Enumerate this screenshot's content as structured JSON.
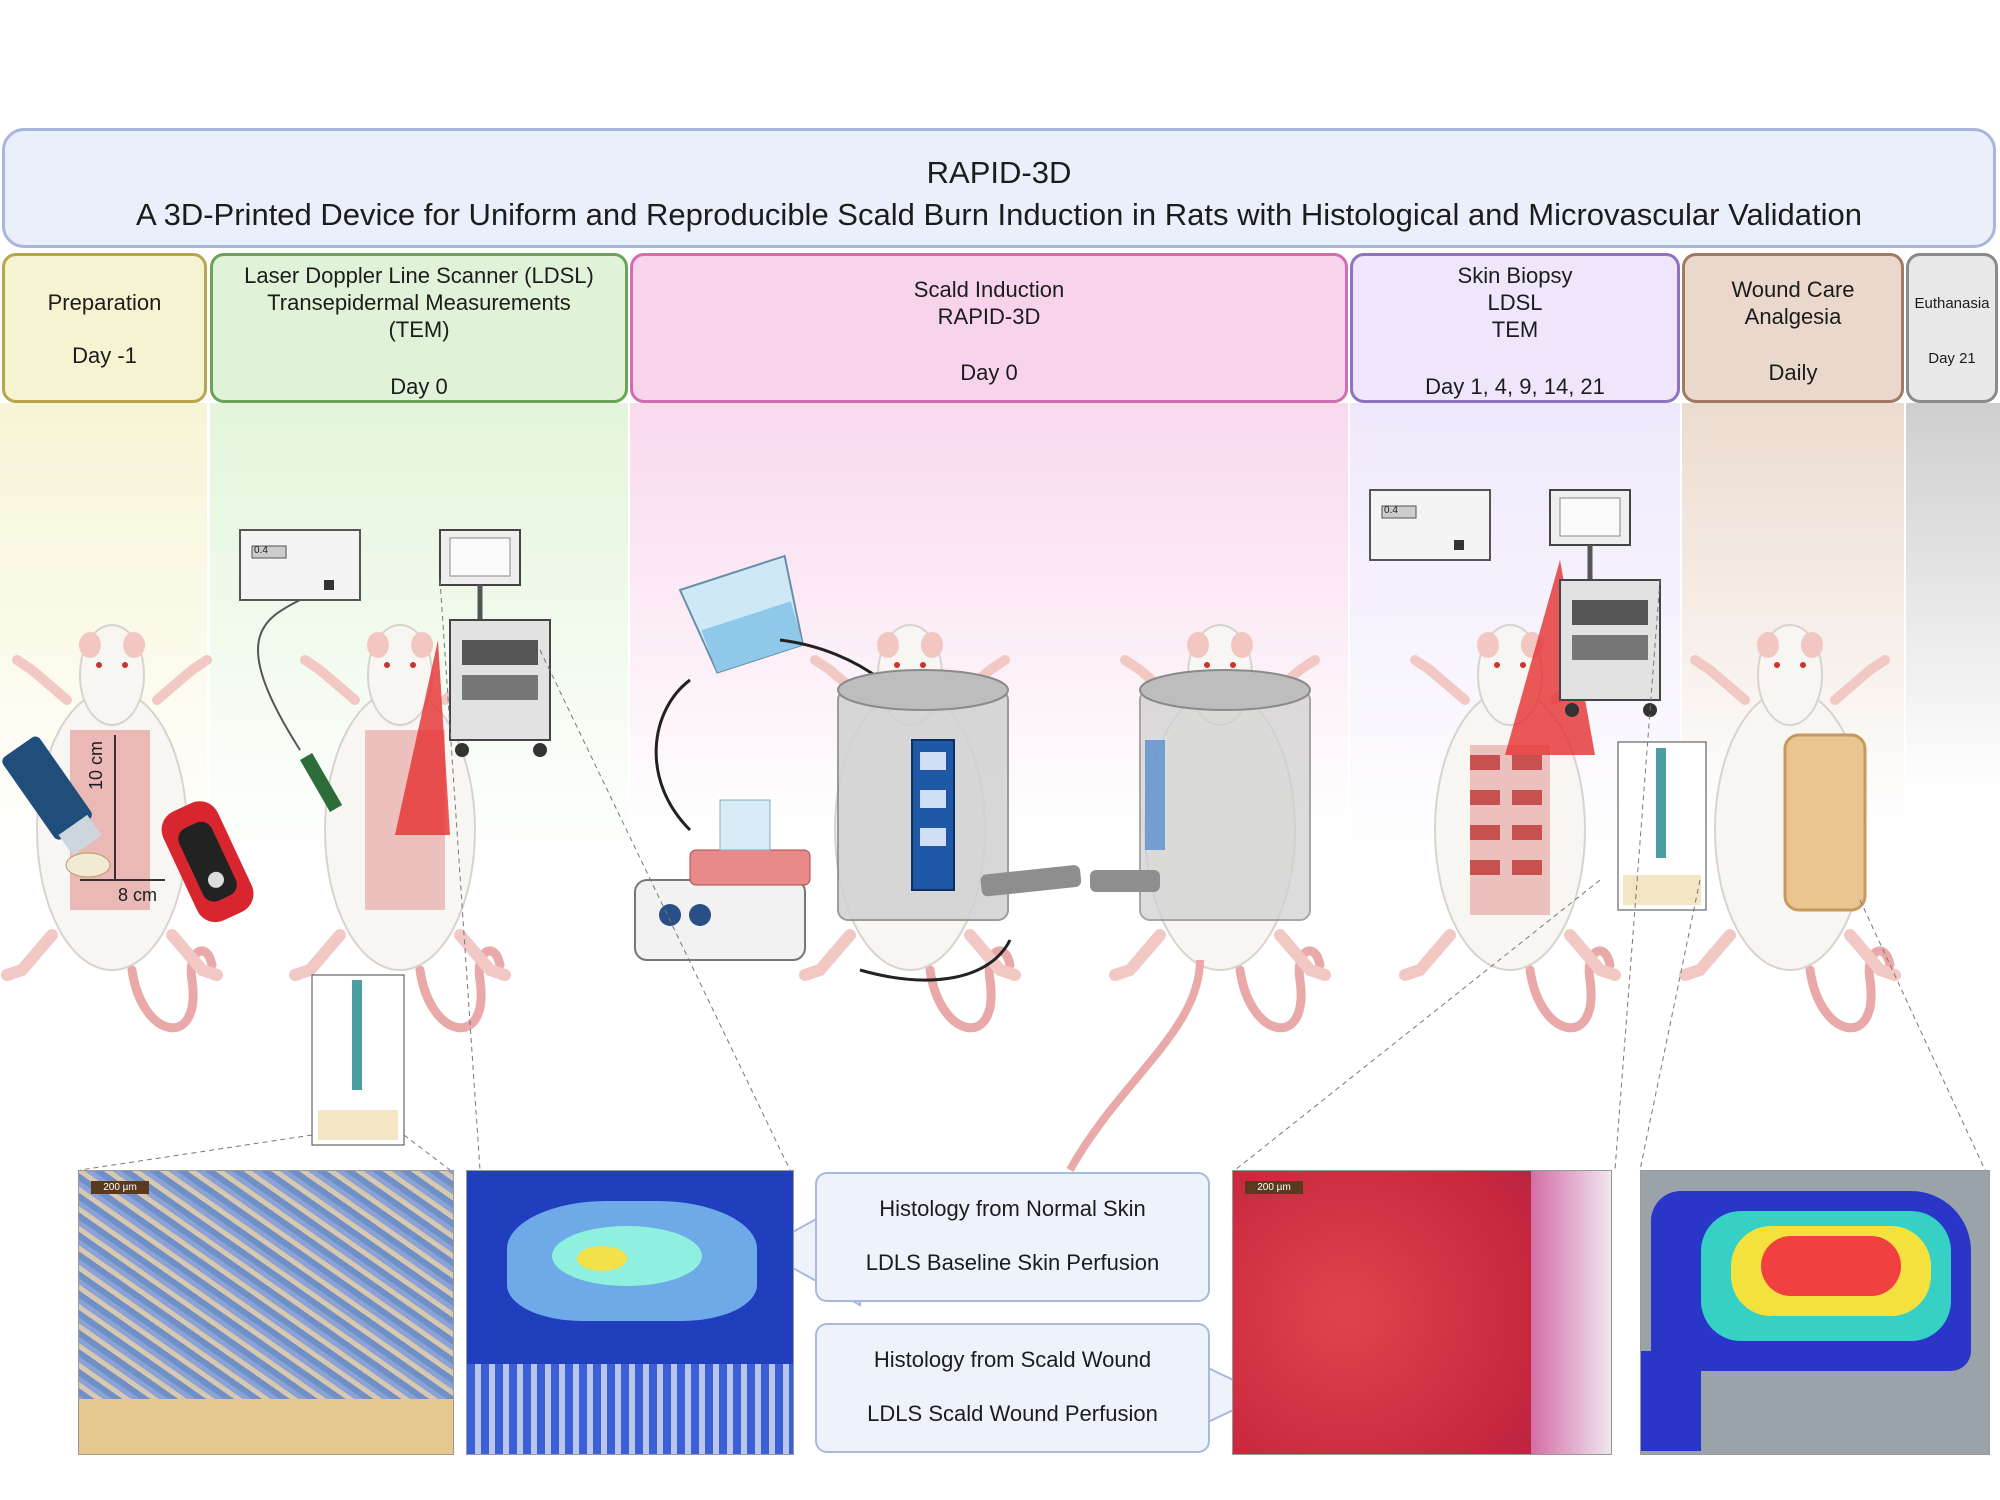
{
  "header": {
    "title": "RAPID-3D",
    "subtitle": "A 3D-Printed Device for Uniform and Reproducible Scald Burn Induction in Rats with Histological and Microvascular Validation"
  },
  "stages": [
    {
      "label": "Preparation",
      "day": "Day -1",
      "color": "#f6f3d2",
      "border": "#b8a64d"
    },
    {
      "label": "Laser Doppler Line Scanner (LDSL)\nTransepidermal Measurements\n(TEM)",
      "day": "Day 0",
      "color": "#e0f3d8",
      "border": "#6ca35a"
    },
    {
      "label": "Scald Induction\nRAPID-3D",
      "day": "Day 0",
      "color": "#f8d4ec",
      "border": "#cf6fb0"
    },
    {
      "label": "Skin Biopsy\nLDSL\nTEM",
      "day": "Day 1, 4, 9, 14, 21",
      "color": "#efe6fb",
      "border": "#8e73c0"
    },
    {
      "label": "Wound Care\nAnalgesia",
      "day": "Daily",
      "color": "#ead8cd",
      "border": "#a07a63"
    },
    {
      "label": "Euthanasia",
      "day": "Day 21",
      "color": "#e8e8e8",
      "border": "#8a8a8a"
    }
  ],
  "annotations": {
    "length": "10 cm",
    "width": "8 cm",
    "device_reading": "0.4"
  },
  "images": {
    "scale_label": "200 µm"
  },
  "captions": {
    "normal_histology": "Histology from Normal Skin",
    "baseline_perfusion": "LDLS Baseline Skin Perfusion",
    "wound_histology": "Histology from Scald Wound",
    "wound_perfusion": "LDLS Scald Wound Perfusion"
  },
  "colors": {
    "title_bg": "#e9f0fb",
    "laser_red": "#e53030",
    "burn_patch": "#c7514f"
  }
}
